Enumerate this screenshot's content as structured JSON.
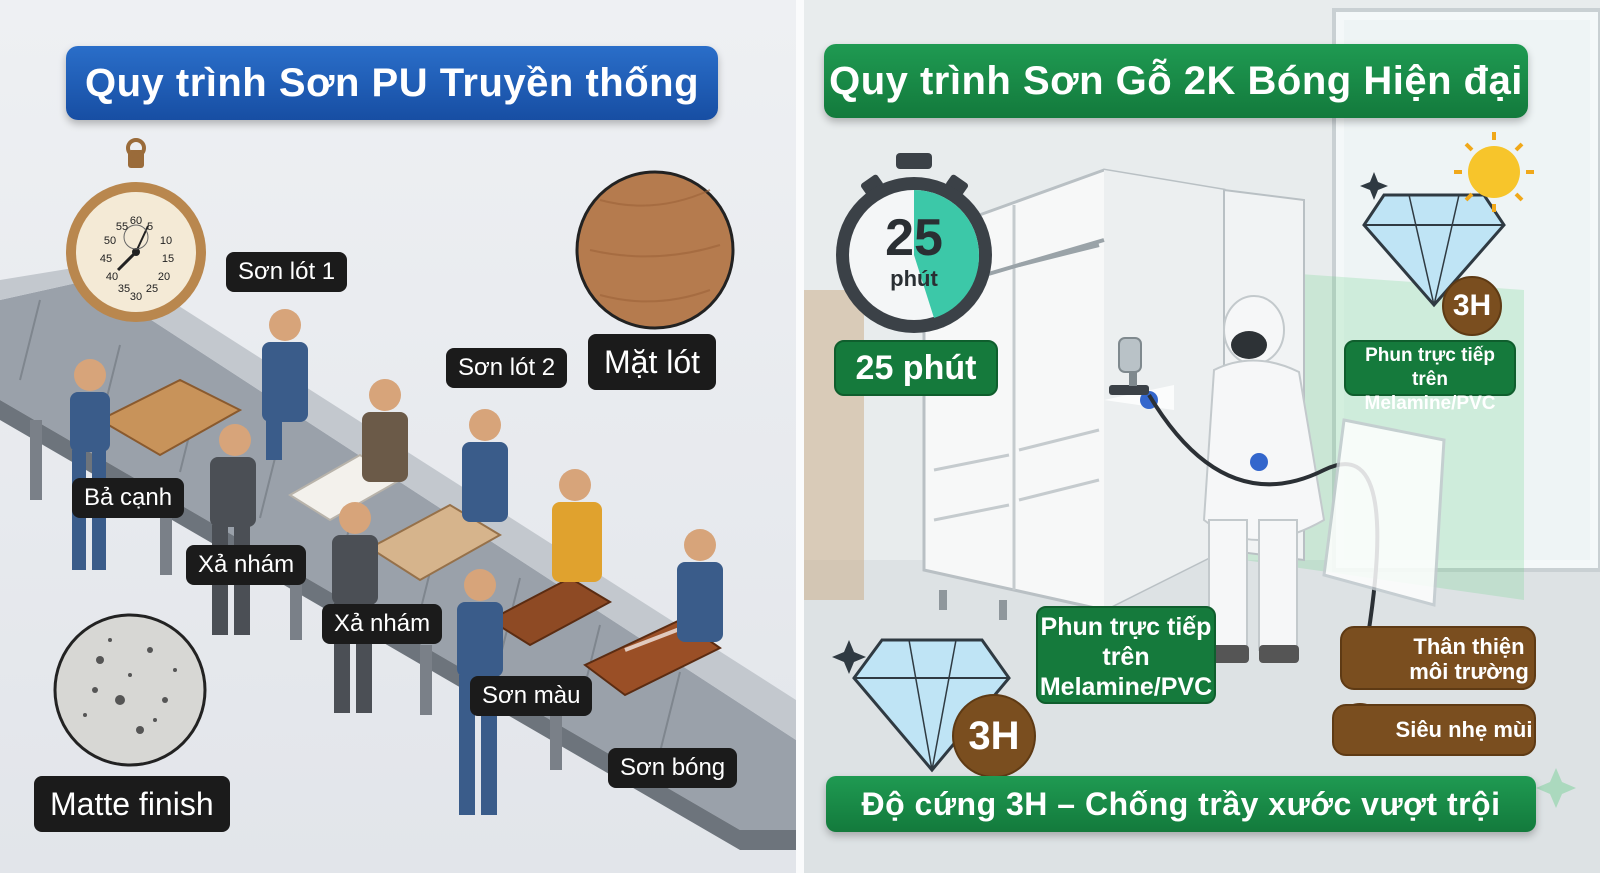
{
  "left": {
    "title": "Quy trình Sơn PU Truyền thống",
    "labels": {
      "primer1": "Sơn lót 1",
      "primer2": "Sơn lót 2",
      "edge": "Bả cạnh",
      "sanding1": "Xả nhám",
      "sanding2": "Xả nhám",
      "color": "Sơn màu",
      "gloss": "Sơn bóng",
      "primer_face": "Mặt lót",
      "matte": "Matte finish"
    },
    "stopwatch_numbers": [
      "55",
      "60",
      "5",
      "50",
      "10",
      "45",
      "15",
      "40",
      "20",
      "35",
      "30",
      "25"
    ]
  },
  "right": {
    "title": "Quy trình Sơn Gỗ 2K Bóng Hiện đại",
    "timer_value": "25",
    "timer_unit": "phút",
    "timer_label": "25 phút",
    "spray_label_top": "Phun trực tiếp trên Melamine/PVC",
    "spray_label_center": "Phun trực tiếp trên Melamine/PVC",
    "hardness_small": "3H",
    "hardness_big": "3H",
    "eco_label": "Thân thiện môi trường",
    "odor_label": "Siêu nhẹ mùi",
    "bottom_banner": "Độ cứng 3H – Chống trầy xước vượt trội"
  },
  "colors": {
    "blue_banner": "#1f5fb8",
    "green_banner": "#167f40",
    "brown_badge": "#7a4e1f",
    "label_dark": "#1b1b1b"
  },
  "icons": [
    "stopwatch-icon",
    "wood-sample-icon",
    "matte-swatch-icon",
    "timer-icon",
    "diamond-icon",
    "sun-icon",
    "sparkle-icon",
    "leaf-icon",
    "feather-icon",
    "spray-gun-icon"
  ]
}
